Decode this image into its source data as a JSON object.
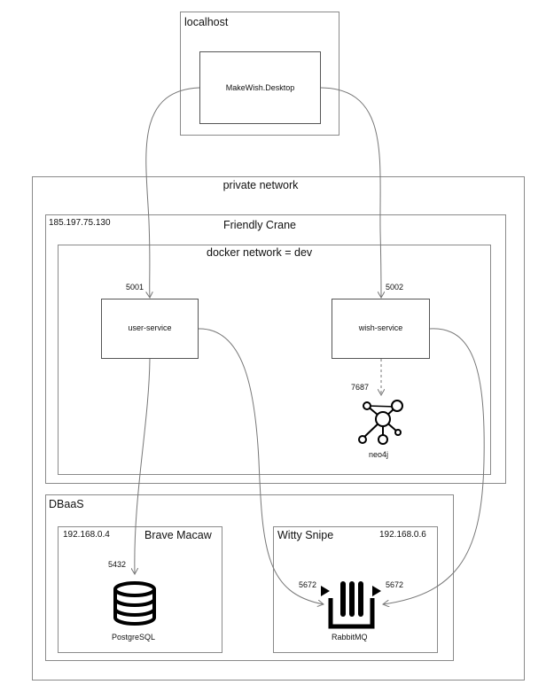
{
  "localhost": {
    "title": "localhost",
    "app": "MakeWish.Desktop"
  },
  "private_network": {
    "title": "private network"
  },
  "friendly_crane": {
    "ip": "185.197.75.130",
    "name": "Friendly Crane",
    "docker_network": "docker network = dev",
    "user_service": {
      "label": "user-service",
      "port": "5001"
    },
    "wish_service": {
      "label": "wish-service",
      "port": "5002"
    },
    "neo4j": {
      "label": "neo4j",
      "port": "7687",
      "icon": "graph-db-icon"
    }
  },
  "dbaas": {
    "title": "DBaaS",
    "brave_macaw": {
      "ip": "192.168.0.4",
      "name": "Brave Macaw",
      "postgres": {
        "label": "PostgreSQL",
        "port": "5432",
        "icon": "database-icon"
      }
    },
    "witty_snipe": {
      "ip": "192.168.0.6",
      "name": "Witty Snipe",
      "rabbitmq": {
        "label": "RabbitMQ",
        "port_left": "5672",
        "port_right": "5672",
        "icon": "rabbitmq-icon"
      }
    }
  },
  "colors": {
    "border": "#8a8a8a",
    "connector": "#777777",
    "icon": "#000000"
  }
}
